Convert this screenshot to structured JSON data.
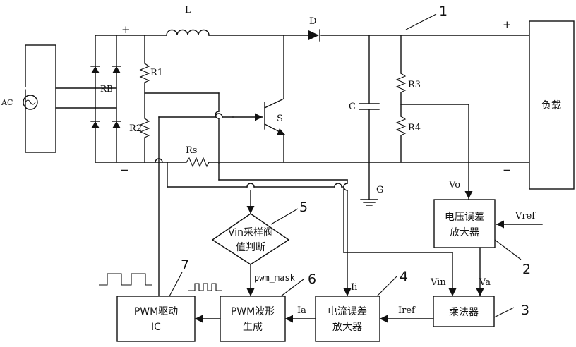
{
  "components": {
    "ac_label": "AC",
    "rb_label": "RB",
    "inductor_label": "L",
    "diode_label": "D",
    "r1_label": "R1",
    "r2_label": "R2",
    "switch_label": "S",
    "rs_label": "Rs",
    "capacitor_label": "C",
    "r3_label": "R3",
    "r4_label": "R4",
    "ground_label": "G",
    "load_label": "负载"
  },
  "polarity": {
    "bridge_plus": "+",
    "bridge_minus": "−",
    "output_plus": "+",
    "output_minus": "−"
  },
  "signals": {
    "vo": "Vo",
    "vref": "Vref",
    "vin": "Vin",
    "va": "Va",
    "ii": "Ii",
    "iref": "Iref",
    "ia": "Ia",
    "pwm_mask": "pwm_mask"
  },
  "blocks": {
    "voltage_amp_line1": "电压误差",
    "voltage_amp_line2": "放大器",
    "multiplier": "乘法器",
    "current_amp_line1": "电流误差",
    "current_amp_line2": "放大器",
    "pwm_gen_line1": "PWM波形",
    "pwm_gen_line2": "生成",
    "pwm_driver_line1": "PWM驱动",
    "pwm_driver_line2": "IC",
    "vin_judge_line1": "Vin采样阀",
    "vin_judge_line2": "值判断"
  },
  "callouts": {
    "n1": "1",
    "n2": "2",
    "n3": "3",
    "n4": "4",
    "n5": "5",
    "n6": "6",
    "n7": "7"
  }
}
